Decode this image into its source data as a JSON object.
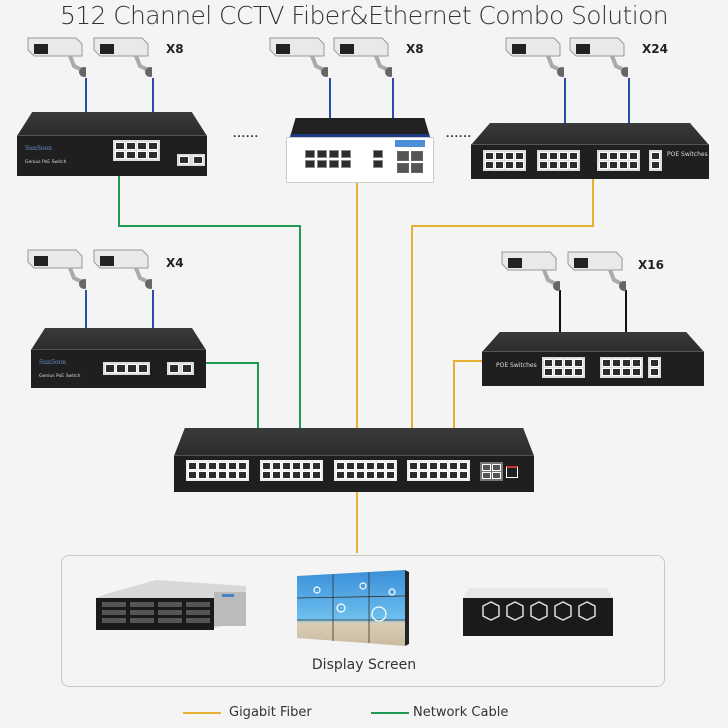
{
  "title": "512 Channel CCTV Fiber&Ethernet Combo Solution",
  "colors": {
    "fiber": "#e8b030",
    "network": "#1f9a55",
    "camera_cable": "#2a4fa8",
    "camera_cable_alt": "#111111",
    "background": "#f4f4f4"
  },
  "groups": [
    {
      "id": "top-left",
      "quantity": "X8",
      "switch": {
        "brand": "SunSoon",
        "label": "Genius PoE Switch",
        "ports": 8,
        "uplinks": 2
      },
      "link": "network"
    },
    {
      "id": "top-center",
      "quantity": "X8",
      "switch": {
        "type": "industrial-fiber",
        "ports": 10,
        "sfp": 4
      },
      "link": "fiber"
    },
    {
      "id": "top-right",
      "quantity": "X24",
      "switch": {
        "label": "POE Switches",
        "ports": 24,
        "uplinks": 2
      },
      "link": "fiber"
    },
    {
      "id": "mid-left",
      "quantity": "X4",
      "switch": {
        "brand": "SunSoon",
        "label": "Genius PoE Switch",
        "ports": 4,
        "uplinks": 2
      },
      "link": "network"
    },
    {
      "id": "mid-right",
      "quantity": "X16",
      "switch": {
        "label": "POE Switches",
        "ports": 16,
        "uplinks": 2
      },
      "link": "fiber"
    }
  ],
  "ellipsis": "......",
  "core_switch": {
    "ports": 48,
    "sfp": 4
  },
  "display_panel": {
    "label": "Display Screen",
    "devices": [
      "nvr-storage",
      "video-wall",
      "storage-server"
    ]
  },
  "legend": [
    {
      "label": "Gigabit Fiber",
      "color": "#e8b030"
    },
    {
      "label": "Network Cable",
      "color": "#1f9a55"
    }
  ]
}
